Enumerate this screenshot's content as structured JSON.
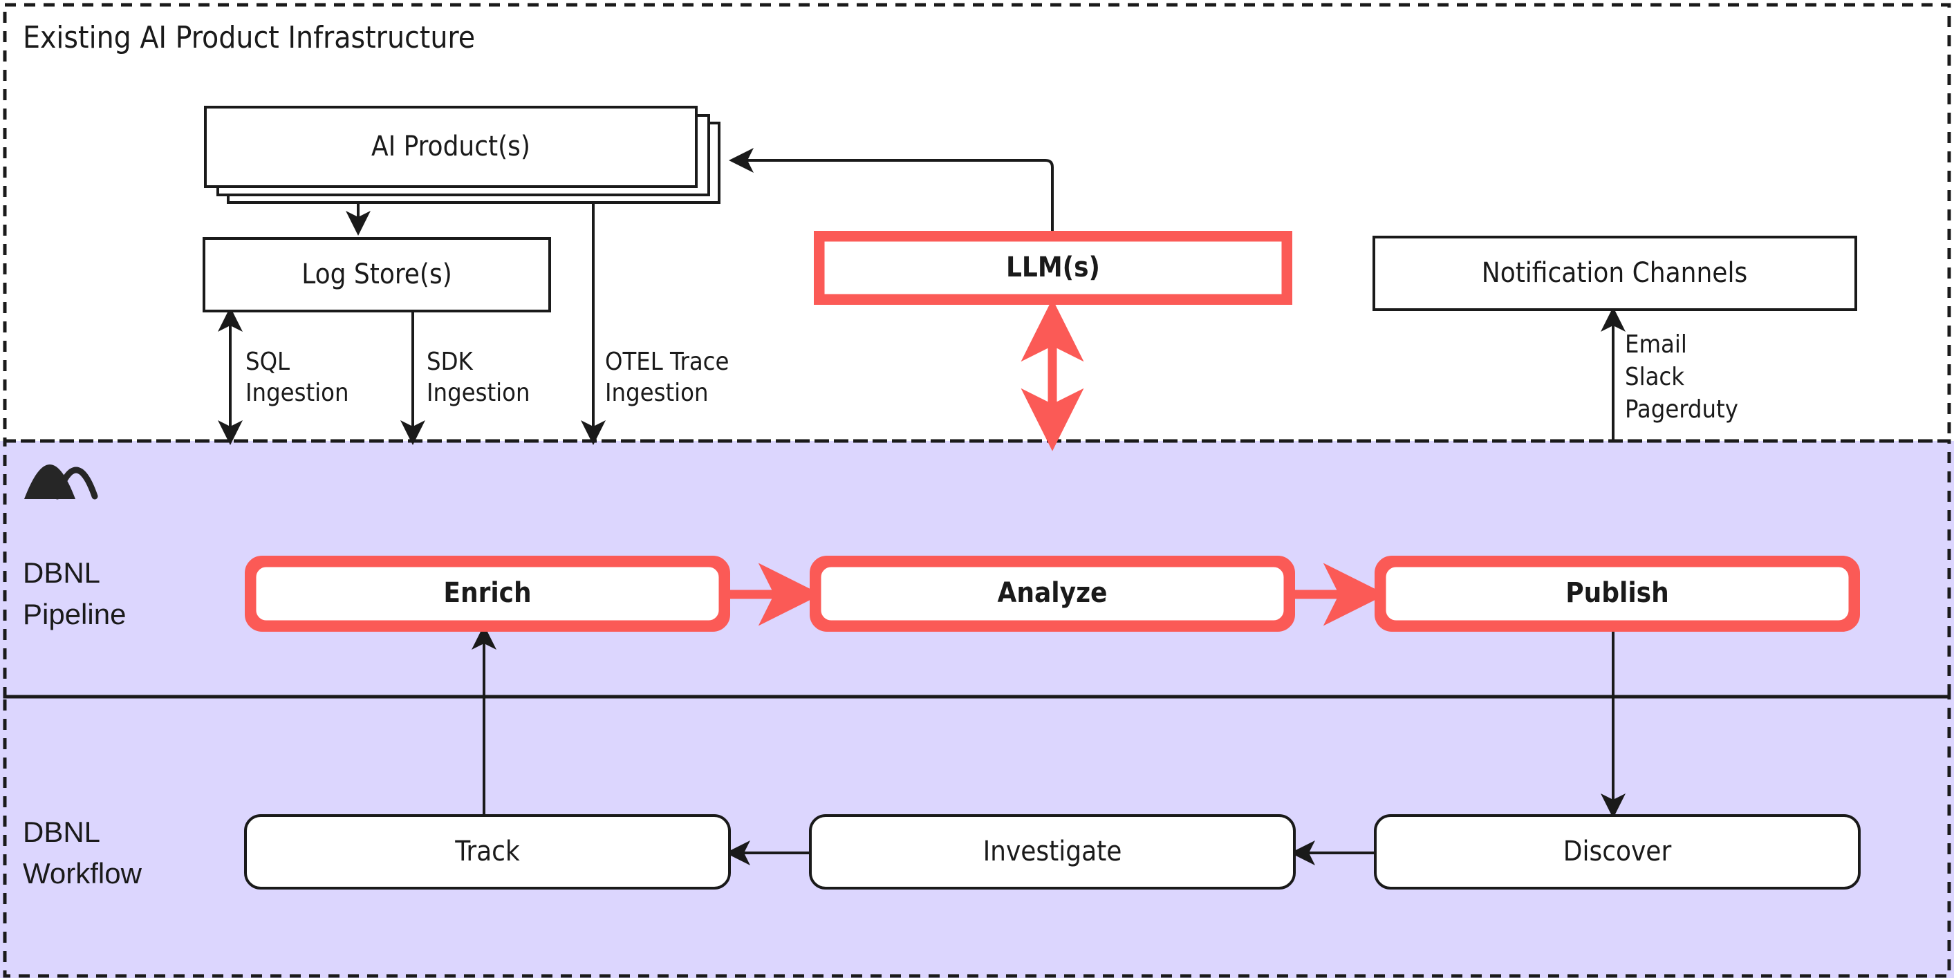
{
  "diagram": {
    "title": "Existing AI Product Infrastructure",
    "colors": {
      "accent_red": "#fb5a56",
      "swimlane_bg": "#dcd6fe",
      "stroke_dark": "#262626",
      "node_fill": "#ffffff",
      "page_bg": "#ffffff"
    }
  },
  "sections": {
    "infrastructure": {
      "title": "Existing AI Product Infrastructure"
    },
    "pipeline": {
      "label_line1": "DBNL",
      "label_line2": "Pipeline",
      "logo_name": "dbnl-mountain-logo"
    },
    "workflow": {
      "label_line1": "DBNL",
      "label_line2": "Workflow"
    }
  },
  "nodes": {
    "ai_products": {
      "label": "AI Product(s)",
      "style": "stacked-rect"
    },
    "log_stores": {
      "label": "Log Store(s)",
      "style": "rect"
    },
    "llms": {
      "label": "LLM(s)",
      "style": "rect-accent"
    },
    "notification_channels": {
      "label": "Notification Channels",
      "style": "rect"
    },
    "enrich": {
      "label": "Enrich",
      "style": "rounded-accent"
    },
    "analyze": {
      "label": "Analyze",
      "style": "rounded-accent"
    },
    "publish": {
      "label": "Publish",
      "style": "rounded-accent"
    },
    "track": {
      "label": "Track",
      "style": "rounded"
    },
    "investigate": {
      "label": "Investigate",
      "style": "rounded"
    },
    "discover": {
      "label": "Discover",
      "style": "rounded"
    }
  },
  "edge_labels": {
    "sql_ingestion_l1": "SQL",
    "sql_ingestion_l2": "Ingestion",
    "sdk_ingestion_l1": "SDK",
    "sdk_ingestion_l2": "Ingestion",
    "otel_ingestion_l1": "OTEL Trace",
    "otel_ingestion_l2": "Ingestion",
    "notify_ch1": "Email",
    "notify_ch2": "Slack",
    "notify_ch3": "Pagerduty"
  }
}
